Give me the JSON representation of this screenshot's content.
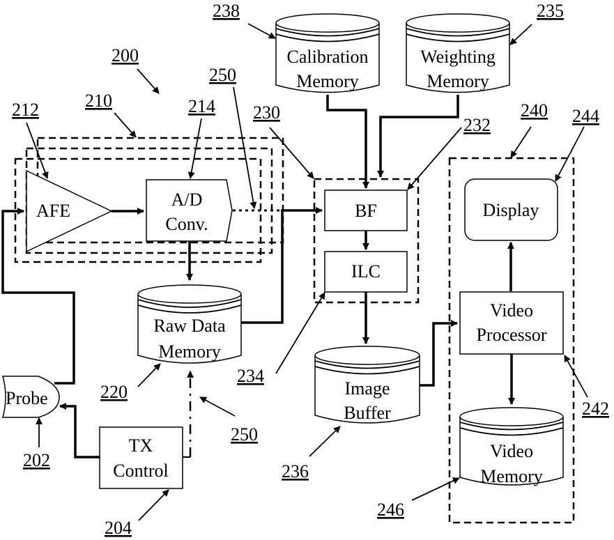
{
  "figure": {
    "system_ref": "200",
    "blocks": {
      "afe": {
        "label": "AFE",
        "ref": "212"
      },
      "adc": {
        "line1": "A/D",
        "line2": "Conv.",
        "ref": "214"
      },
      "channel_group": {
        "ref": "210"
      },
      "raw_data_memory": {
        "line1": "Raw Data",
        "line2": "Memory",
        "ref": "220"
      },
      "probe": {
        "label": "Probe",
        "ref": "202"
      },
      "tx_control": {
        "line1": "TX",
        "line2": "Control",
        "ref": "204"
      },
      "calibration_memory": {
        "line1": "Calibration",
        "line2": "Memory",
        "ref": "238"
      },
      "weighting_memory": {
        "line1": "Weighting",
        "line2": "Memory",
        "ref": "235"
      },
      "beamformer_group": {
        "ref": "230"
      },
      "bf": {
        "label": "BF",
        "ref": "232"
      },
      "ilc": {
        "label": "ILC",
        "ref": "234"
      },
      "image_buffer": {
        "line1": "Image",
        "line2": "Buffer",
        "ref": "236"
      },
      "display_group": {
        "ref": "240"
      },
      "display": {
        "label": "Display",
        "ref": "244"
      },
      "video_processor": {
        "line1": "Video",
        "line2": "Processor",
        "ref": "242"
      },
      "video_memory": {
        "line1": "Video",
        "line2": "Memory",
        "ref": "246"
      },
      "data_path_top": {
        "ref": "250"
      },
      "data_path_bottom": {
        "ref": "250"
      }
    }
  }
}
